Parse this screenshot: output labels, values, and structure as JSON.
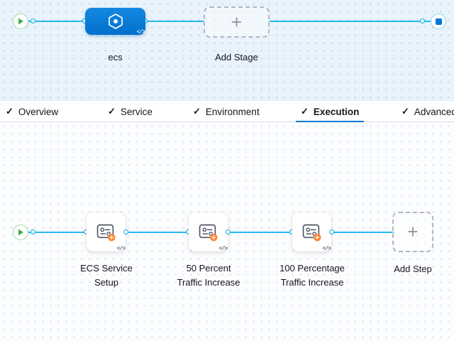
{
  "stage_pipeline": {
    "stage_label": "ecs",
    "add_stage_label": "Add Stage"
  },
  "tabs": {
    "items": [
      {
        "label": "Overview",
        "checked": true
      },
      {
        "label": "Service",
        "checked": true
      },
      {
        "label": "Environment",
        "checked": true
      },
      {
        "label": "Execution",
        "checked": true
      },
      {
        "label": "Advanced",
        "checked": true
      }
    ],
    "active": "Execution"
  },
  "execution": {
    "steps": [
      {
        "line1": "ECS Service",
        "line2": "Setup"
      },
      {
        "line1": "50 Percent",
        "line2": "Traffic Increase"
      },
      {
        "line1": "100 Percentage",
        "line2": "Traffic Increase"
      }
    ],
    "add_step_label": "Add Step"
  },
  "icons": {
    "stage_icon": "ecs-hexagon-icon",
    "step_icon": "service-config-icon",
    "code_icon": "code-yaml-icon",
    "start_icon": "play-icon",
    "end_icon": "stop-icon",
    "add_icon": "plus-icon",
    "tab_icon": "check-icon"
  },
  "colors": {
    "accent_blue": "#0278d5",
    "line_blue": "#25b8ef",
    "play_green": "#3dae49",
    "badge_orange": "#ff832b",
    "canvas_top_bg": "#e9f3fb",
    "canvas_bottom_bg": "#fcfdfe"
  }
}
